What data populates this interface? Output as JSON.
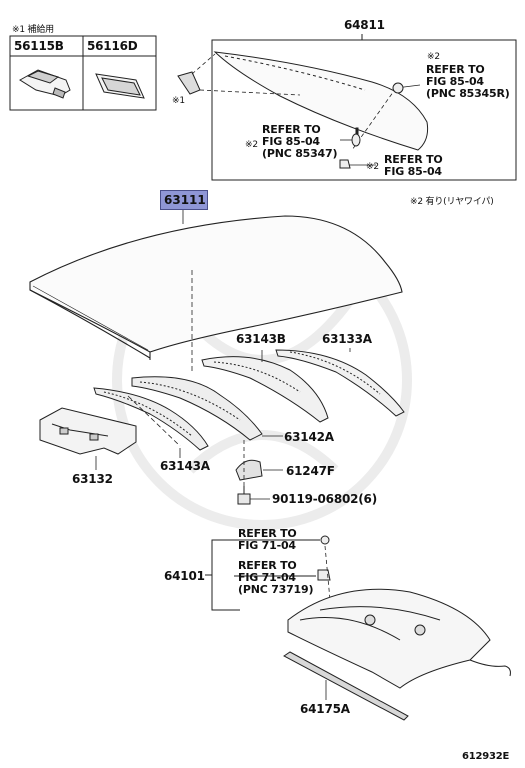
{
  "header_note": "※1 補給用",
  "kit_parts": [
    "56115B",
    "56116D"
  ],
  "labels": {
    "glass_group": "64811",
    "roof_panel": "63111",
    "rail_front_b": "63143B",
    "rail_rear_a": "63133A",
    "rail_center_a": "63142A",
    "rail_front_a": "63143A",
    "reinforcement": "63132",
    "bracket": "61247F",
    "screw": "90119-06802(6)",
    "package_tray": "64101",
    "weatherstrip": "64175A"
  },
  "marks": {
    "note1": "※1",
    "note2a": "※2",
    "note2b": "※2",
    "note2c": "※2"
  },
  "refs": {
    "glass_1": [
      "REFER TO",
      "FIG 85-04",
      "(PNC 85345R)"
    ],
    "glass_2": [
      "REFER TO",
      "FIG 85-04",
      "(PNC 85347)"
    ],
    "glass_3": [
      "REFER TO",
      "FIG 85-04"
    ],
    "tray_1": [
      "REFER TO",
      "FIG 71-04"
    ],
    "tray_2": [
      "REFER TO",
      "FIG 71-04",
      "(PNC 73719)"
    ]
  },
  "side_note": "※2 有り(リヤワイパ)",
  "figure_id": "612932E"
}
